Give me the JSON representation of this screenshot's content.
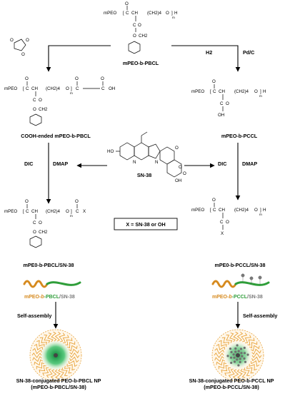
{
  "scheme": {
    "top_polymer": "mPEO-b-PBCL",
    "step_h2": "H2",
    "step_pdc": "Pd/C",
    "left_intermediate": "COOH-ended mPEO-b-PBCL",
    "right_intermediate": "mPEO-b-PCCL",
    "drug": "SN-38",
    "reagent_dic": "DIC",
    "reagent_dmap": "DMAP",
    "x_definition": "X = SN-38 or OH",
    "left_conjugate": "mPE0-b-PBCL/SN-38",
    "right_conjugate": "mPE0-b-PCCL/SN-38",
    "left_chain_label": {
      "a": "mPEO-",
      "b": "b",
      "c": "-PBCL",
      "d": "/SN-38"
    },
    "right_chain_label": {
      "a": "mPEO-",
      "b": "b",
      "c": "-PCCL",
      "d": "/SN-38"
    },
    "self_assembly": "Self-assembly",
    "left_np_line1": "SN-38-conjugated PEO-b-PBCL NP",
    "left_np_line2": "(mPEO-b-PBCL/SN-38)",
    "right_np_line1": "SN-38-conjugated PEO-b-PCCL NP",
    "right_np_line2": "(mPEO-b-PCCL/SN-38)"
  },
  "chem_text": {
    "mpeo": "mPEO",
    "ch2_4": "(CH2)4",
    "ch": "CH",
    "o": "O",
    "oh": "OH",
    "h": "H",
    "x": "X",
    "n": "n",
    "m": "m",
    "ch2": "CH2",
    "c": "C"
  },
  "colors": {
    "peo_orange": "#d68a1e",
    "pbcl_green": "#2f9e3a",
    "sn38_gray": "#7a7a7a",
    "core_green": "#1fa04a",
    "shell_orange": "#e8a33a"
  }
}
